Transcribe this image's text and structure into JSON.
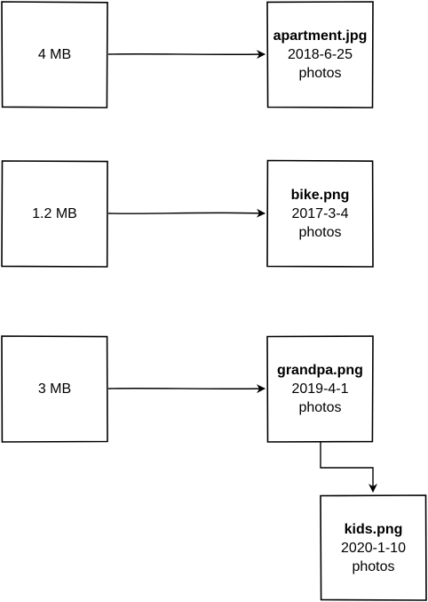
{
  "size_boxes": [
    {
      "id": "size-apartment",
      "label": "4 MB"
    },
    {
      "id": "size-bike",
      "label": "1.2 MB"
    },
    {
      "id": "size-grandpa",
      "label": "3 MB"
    }
  ],
  "file_boxes": [
    {
      "id": "file-apartment",
      "name": "apartment.jpg",
      "date": "2018-6-25",
      "folder": "photos"
    },
    {
      "id": "file-bike",
      "name": "bike.png",
      "date": "2017-3-4",
      "folder": "photos"
    },
    {
      "id": "file-grandpa",
      "name": "grandpa.png",
      "date": "2019-4-1",
      "folder": "photos"
    },
    {
      "id": "file-kids",
      "name": "kids.png",
      "date": "2020-1-10",
      "folder": "photos"
    }
  ],
  "edges": [
    {
      "from": "size-apartment",
      "to": "file-apartment"
    },
    {
      "from": "size-bike",
      "to": "file-bike"
    },
    {
      "from": "size-grandpa",
      "to": "file-grandpa"
    },
    {
      "from": "file-grandpa",
      "to": "file-kids"
    }
  ],
  "colors": {
    "stroke": "#000000",
    "fill": "#ffffff",
    "text": "#000000"
  }
}
